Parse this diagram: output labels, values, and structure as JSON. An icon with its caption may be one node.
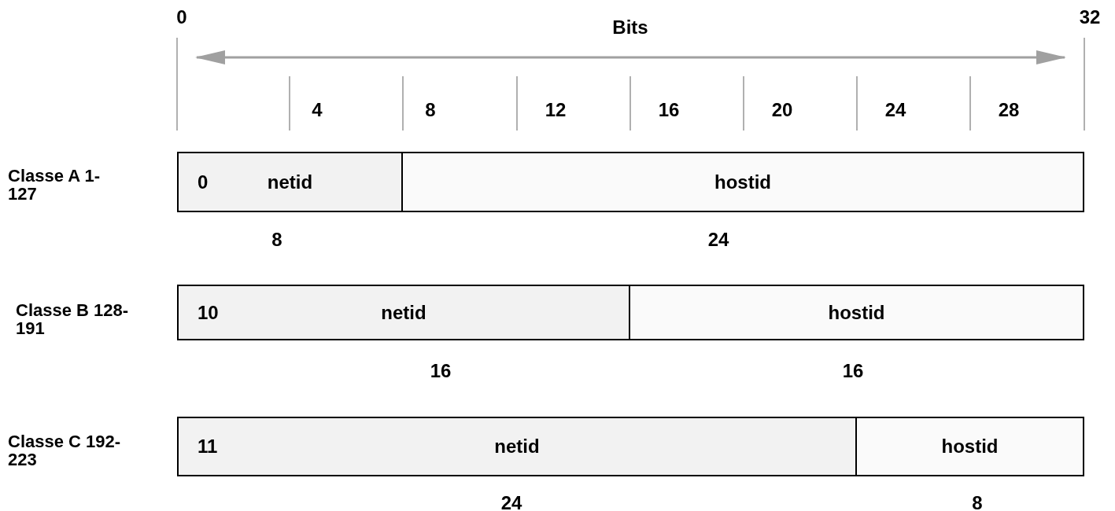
{
  "diagram": {
    "nodes": [
      {
        "text": [
          "0",
          "netid"
        ]
      },
      {
        "text": [
          "hostid"
        ]
      },
      {
        "text": [
          "10",
          "netid"
        ]
      },
      {
        "text": [
          "hostid"
        ]
      },
      {
        "text": [
          "11",
          "netid"
        ]
      },
      {
        "text": [
          "hostid"
        ]
      }
    ],
    "labels": [
      "0",
      "Bits",
      "32",
      "4",
      "8",
      "12",
      "16",
      "20",
      "24",
      "28",
      "Classe A 1-127",
      "8",
      "24",
      "Classe B 128-191",
      "16",
      "16",
      "Classe C 192-223",
      "24",
      "8"
    ]
  }
}
